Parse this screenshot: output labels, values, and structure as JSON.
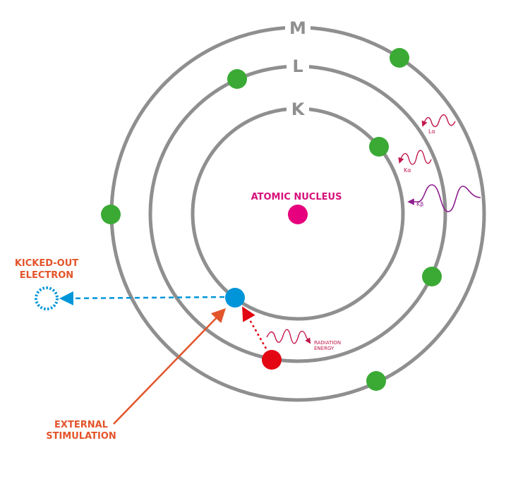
{
  "shells": {
    "k": "K",
    "l": "L",
    "m": "M"
  },
  "labels": {
    "nucleus": "ATOMIC NUCLEUS",
    "kicked_out_line1": "KICKED-OUT",
    "kicked_out_line2": "ELECTRON",
    "external_line1": "EXTERNAL",
    "external_line2": "STIMULATION",
    "radiation_line1": "RADIATION",
    "radiation_line2": "ENERGY"
  },
  "waves": {
    "l_alpha": "Lα",
    "k_alpha": "Kα",
    "k_beta": "Kβ"
  },
  "colors": {
    "shell": "#8f8f8f",
    "electron": "#3aaa35",
    "nucleus": "#e6007e",
    "ejected_electron": "#0095d9",
    "falling_electron": "#e30613",
    "external_arrow": "#e2542a",
    "radiation": "#c2184b",
    "k_beta": "#8e1e8e"
  }
}
